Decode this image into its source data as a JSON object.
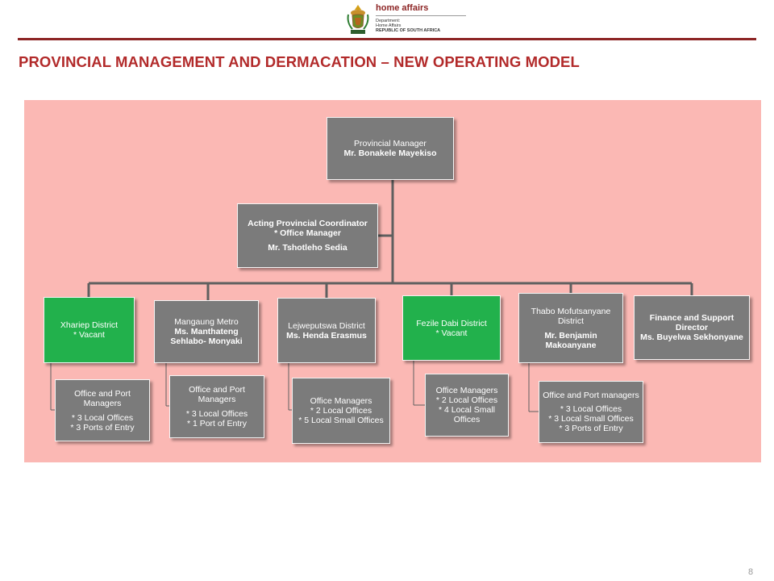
{
  "logo": {
    "brand": "home affairs",
    "sub_lines": [
      "Department:",
      "Home Affairs",
      "REPUBLIC OF SOUTH AFRICA"
    ]
  },
  "title": "PROVINCIAL MANAGEMENT AND DERMACATION – NEW OPERATING MODEL",
  "page_number": "8",
  "colors": {
    "accent": "#b22a2a",
    "rule": "#8c2424",
    "panel_background": "#fbb8b4",
    "box_grey": "#7b7b7b",
    "box_green": "#22b14c",
    "connector": "#5f5f5f"
  },
  "org_chart": {
    "provincial_manager": {
      "role": "Provincial Manager",
      "name": "Mr. Bonakele Mayekiso"
    },
    "coordinator": {
      "role": "Acting Provincial Coordinator",
      "role2": "* Office Manager",
      "name": "Mr. Tshotleho  Sedia"
    },
    "districts": [
      {
        "role": "Xhariep District",
        "name": "* Vacant",
        "vacant": true,
        "sub": {
          "title": "Office and Port Managers",
          "lines": [
            "* 3 Local Offices",
            "* 3 Ports of Entry"
          ]
        }
      },
      {
        "role": "Mangaung Metro",
        "name": "Ms. Manthateng Sehlabo- Monyaki",
        "vacant": false,
        "sub": {
          "title": "Office and Port Managers",
          "lines": [
            "* 3 Local Offices",
            "* 1 Port of Entry"
          ]
        }
      },
      {
        "role": "Lejweputswa District",
        "name": "Ms. Henda Erasmus",
        "vacant": false,
        "sub": {
          "title": "Office Managers",
          "lines": [
            "* 2 Local Offices",
            "* 5 Local Small Offices"
          ]
        }
      },
      {
        "role": "Fezile Dabi District",
        "name": "* Vacant",
        "vacant": true,
        "sub": {
          "title": "Office Managers",
          "lines": [
            "* 2 Local Offices",
            "* 4 Local Small Offices"
          ]
        }
      },
      {
        "role": "Thabo Mofutsanyane District",
        "name": "Mr. Benjamin Makoanyane",
        "vacant": false,
        "sub": {
          "title": "Office and Port managers",
          "lines": [
            "* 3 Local Offices",
            "* 3 Local Small Offices",
            "* 3 Ports of Entry"
          ]
        }
      },
      {
        "role": "Finance and Support Director",
        "name": "Ms. Buyelwa Sekhonyane",
        "vacant": false
      }
    ]
  }
}
